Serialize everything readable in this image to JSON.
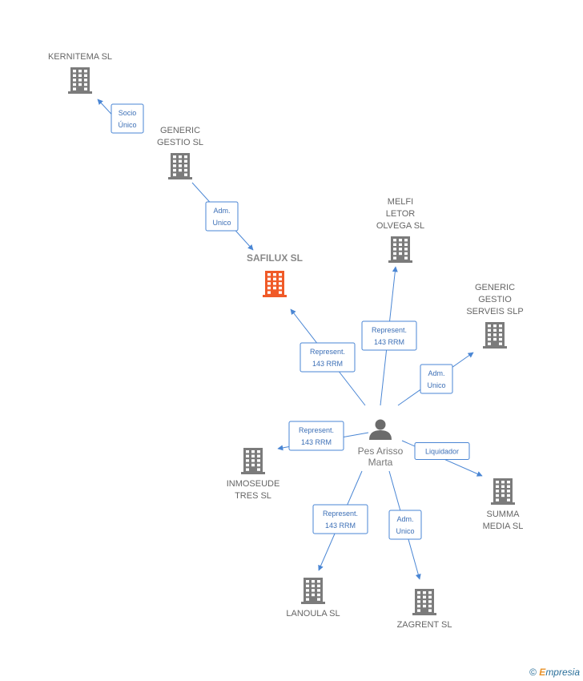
{
  "colors": {
    "edge": "#4a86d4",
    "building": "#7b7b7b",
    "building_focus": "#f05a28",
    "person": "#6b6b6b"
  },
  "nodes": [
    {
      "id": "kernitema",
      "kind": "company",
      "lines": [
        "KERNITEMA SL"
      ],
      "icon": "building-icon"
    },
    {
      "id": "generic_gestio",
      "kind": "company",
      "lines": [
        "GENERIC",
        "GESTIO SL"
      ],
      "icon": "building-icon"
    },
    {
      "id": "safilux",
      "kind": "company",
      "focus": true,
      "lines": [
        "SAFILUX SL"
      ],
      "icon": "building-icon"
    },
    {
      "id": "melfi",
      "kind": "company",
      "lines": [
        "MELFI",
        "LETOR",
        "OLVEGA SL"
      ],
      "icon": "building-icon"
    },
    {
      "id": "generic_serveis",
      "kind": "company",
      "lines": [
        "GENERIC",
        "GESTIO",
        "SERVEIS  SLP"
      ],
      "icon": "building-icon"
    },
    {
      "id": "person",
      "kind": "person",
      "lines": [
        "Pes Arisso",
        "Marta"
      ],
      "icon": "person-icon"
    },
    {
      "id": "inmoseude",
      "kind": "company",
      "lines": [
        "INMOSEUDE",
        "TRES SL"
      ],
      "icon": "building-icon"
    },
    {
      "id": "summa",
      "kind": "company",
      "lines": [
        "SUMMA",
        "MEDIA SL"
      ],
      "icon": "building-icon"
    },
    {
      "id": "lanoula",
      "kind": "company",
      "lines": [
        "LANOULA SL"
      ],
      "icon": "building-icon"
    },
    {
      "id": "zagrent",
      "kind": "company",
      "lines": [
        "ZAGRENT SL"
      ],
      "icon": "building-icon"
    }
  ],
  "edges": [
    {
      "from": "generic_gestio",
      "to": "kernitema",
      "label": [
        "Socio",
        "Único"
      ]
    },
    {
      "from": "generic_gestio",
      "to": "safilux",
      "label": [
        "Adm.",
        "Unico"
      ]
    },
    {
      "from": "person",
      "to": "safilux",
      "label": [
        "Represent.",
        "143 RRM"
      ]
    },
    {
      "from": "person",
      "to": "melfi",
      "label": [
        "Represent.",
        "143 RRM"
      ]
    },
    {
      "from": "person",
      "to": "generic_serveis",
      "label": [
        "Adm.",
        "Unico"
      ]
    },
    {
      "from": "person",
      "to": "inmoseude",
      "label": [
        "Represent.",
        "143 RRM"
      ]
    },
    {
      "from": "person",
      "to": "summa",
      "label": [
        "Liquidador"
      ]
    },
    {
      "from": "person",
      "to": "lanoula",
      "label": [
        "Represent.",
        "143 RRM"
      ]
    },
    {
      "from": "person",
      "to": "zagrent",
      "label": [
        "Adm.",
        "Unico"
      ]
    }
  ],
  "watermark": {
    "copyright": "©",
    "brand_initial": "E",
    "brand_rest": "mpresia"
  }
}
